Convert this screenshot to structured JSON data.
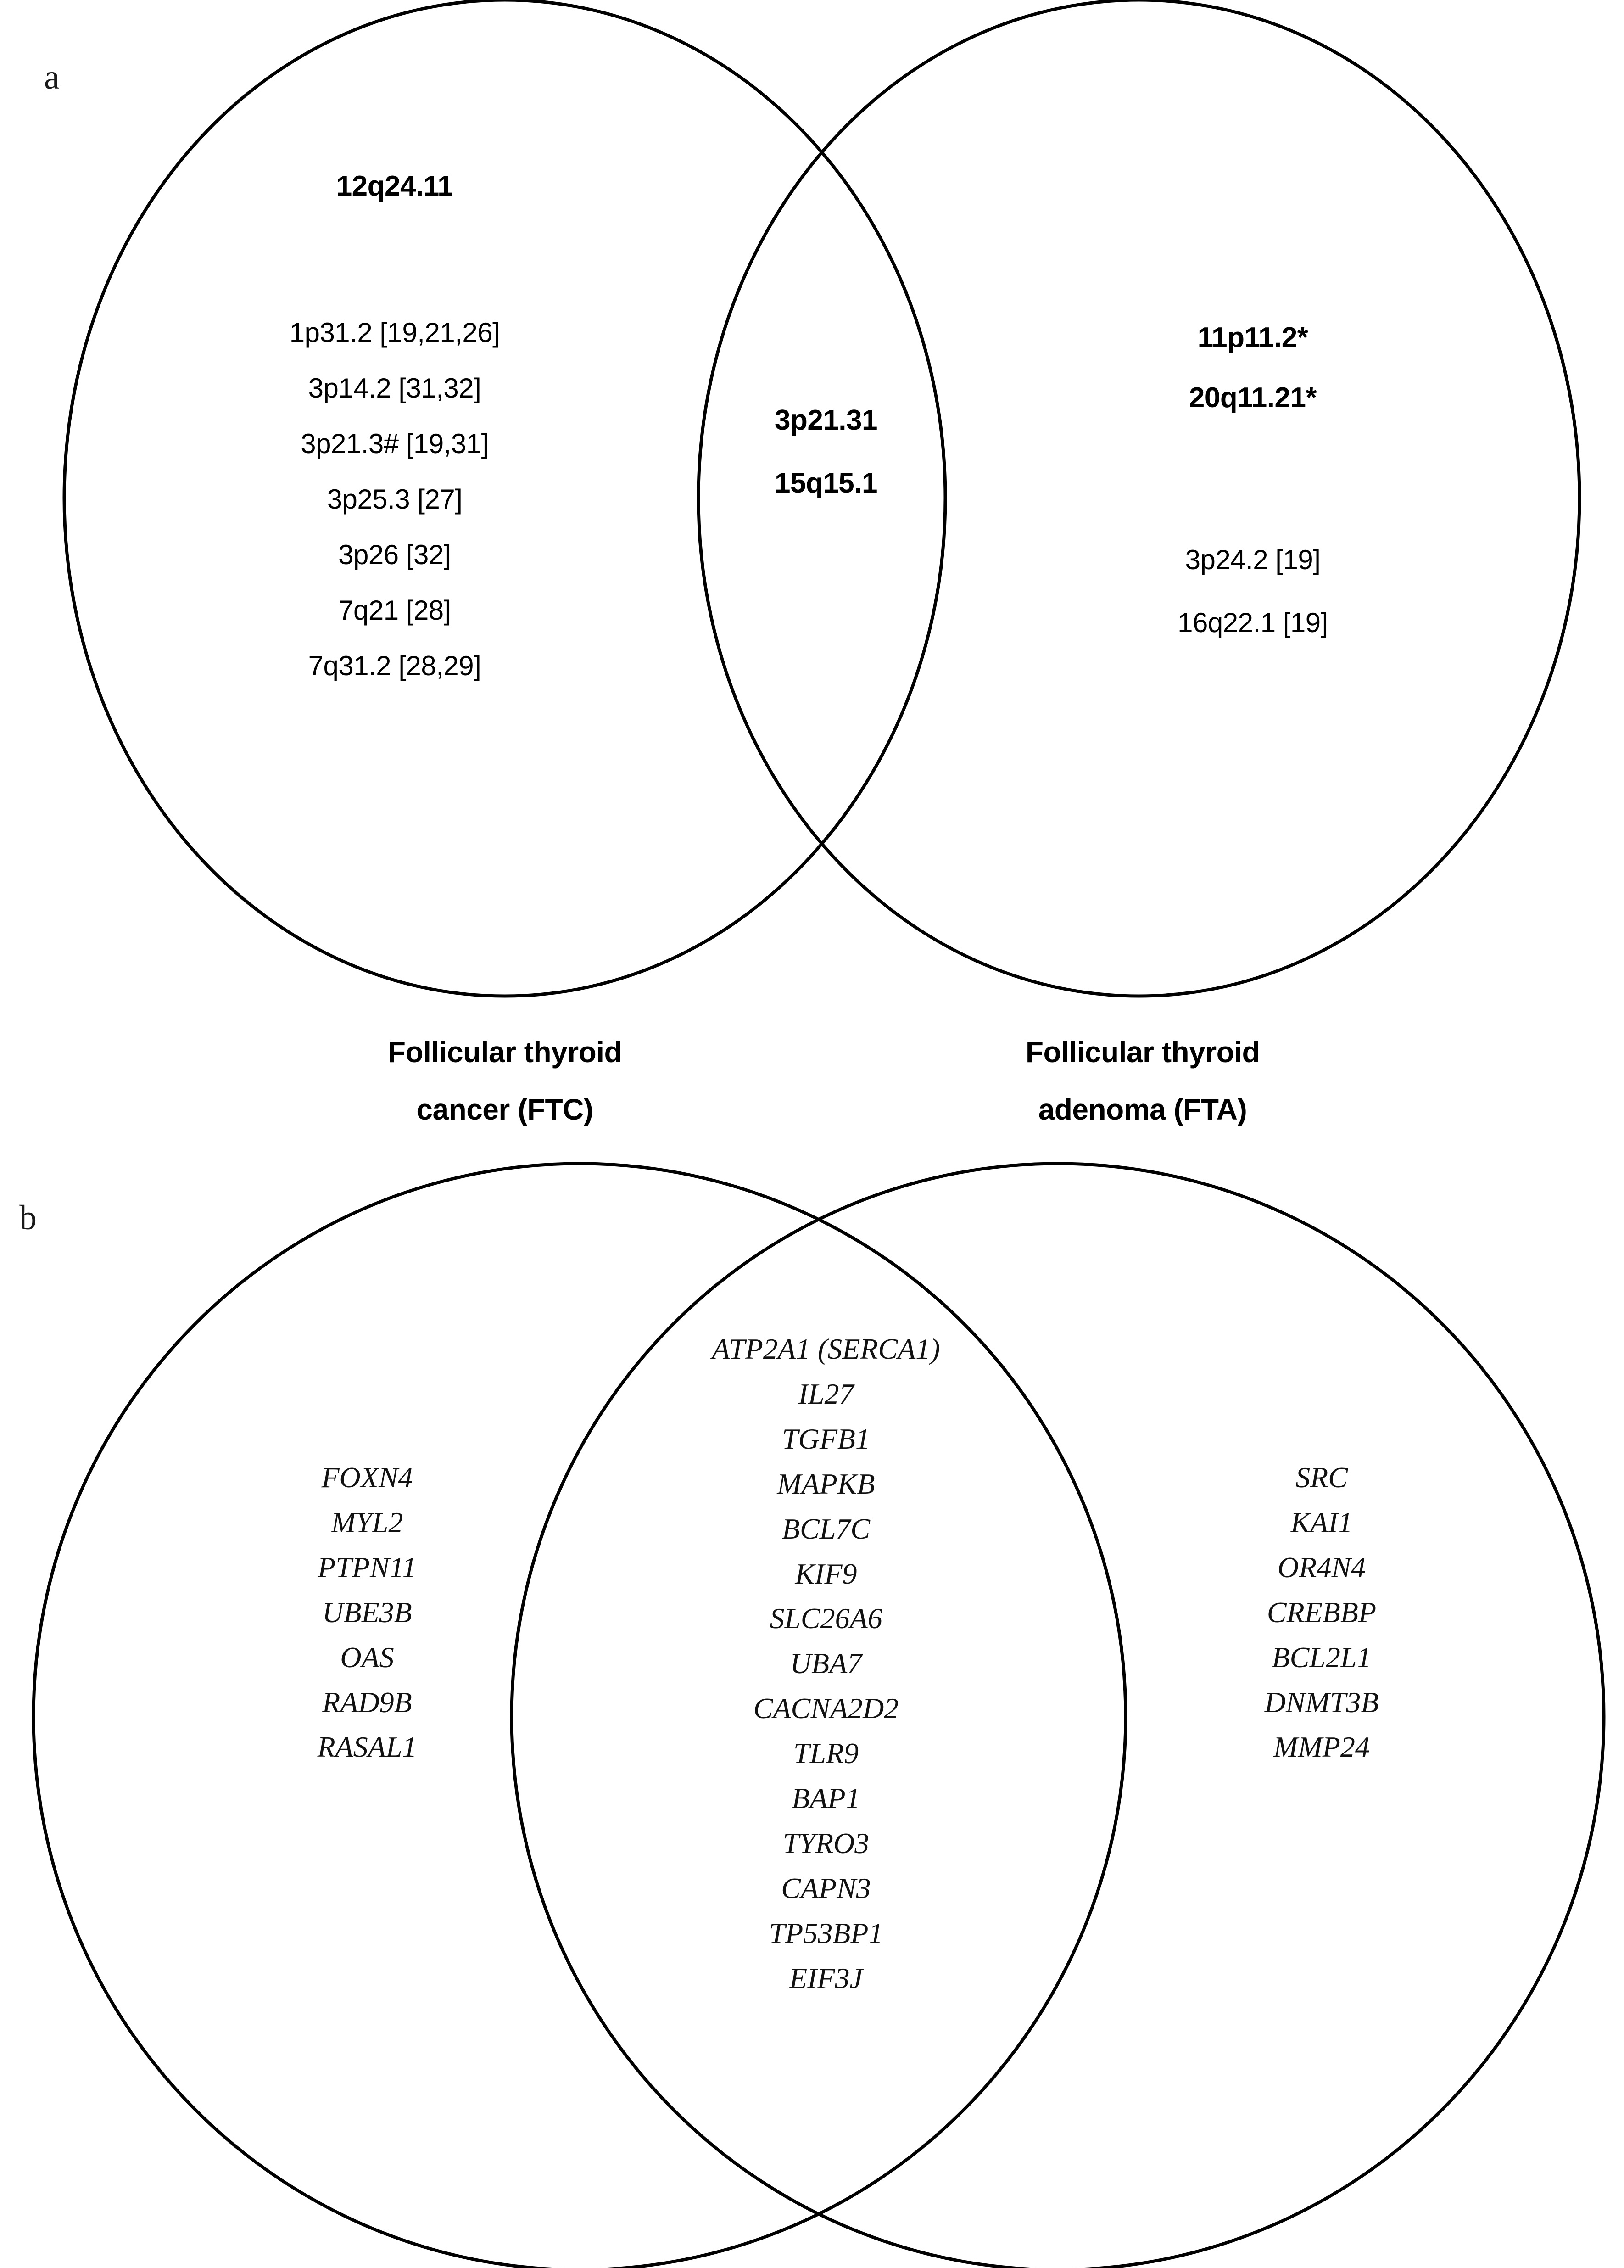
{
  "figure": {
    "panels": [
      {
        "letter": "a",
        "type": "venn-two-set",
        "left_label": "Follicular thyroid\ncancer (FTC)",
        "left_label_line1": "Follicular thyroid",
        "left_label_line2": "cancer (FTC)",
        "right_label_line1": "Follicular thyroid",
        "right_label_line2": "adenoma (FTA)",
        "left_only_bold": [
          "12q24.11"
        ],
        "left_only": [
          "1p31.2 [19,21,26]",
          "3p14.2 [31,32]",
          "3p21.3# [19,31]",
          "3p25.3 [27]",
          "3p26 [32]",
          "7q21 [28]",
          "7q31.2 [28,29]"
        ],
        "intersection": [
          "3p21.31",
          "15q15.1"
        ],
        "right_only_bold": [
          "11p11.2*",
          "20q11.21*"
        ],
        "right_only": [
          "3p24.2 [19]",
          "16q22.1 [19]"
        ]
      },
      {
        "letter": "b",
        "type": "venn-two-set",
        "left_only": [
          "FOXN4",
          "MYL2",
          "PTPN11",
          "UBE3B",
          "OAS",
          "RAD9B",
          "RASAL1"
        ],
        "intersection": [
          "ATP2A1 (SERCA1)",
          "IL27",
          "TGFB1",
          "MAPKB",
          "BCL7C",
          "KIF9",
          "SLC26A6",
          "UBA7",
          "CACNA2D2",
          "TLR9",
          "BAP1",
          "TYRO3",
          "CAPN3",
          "TP53BP1",
          "EIF3J"
        ],
        "right_only": [
          "SRC",
          "KAI1",
          "OR4N4",
          "CREBBP",
          "BCL2L1",
          "DNMT3B",
          "MMP24"
        ]
      }
    ]
  },
  "colors": {
    "stroke": "#000000",
    "text": "#000000",
    "background": "#ffffff"
  }
}
